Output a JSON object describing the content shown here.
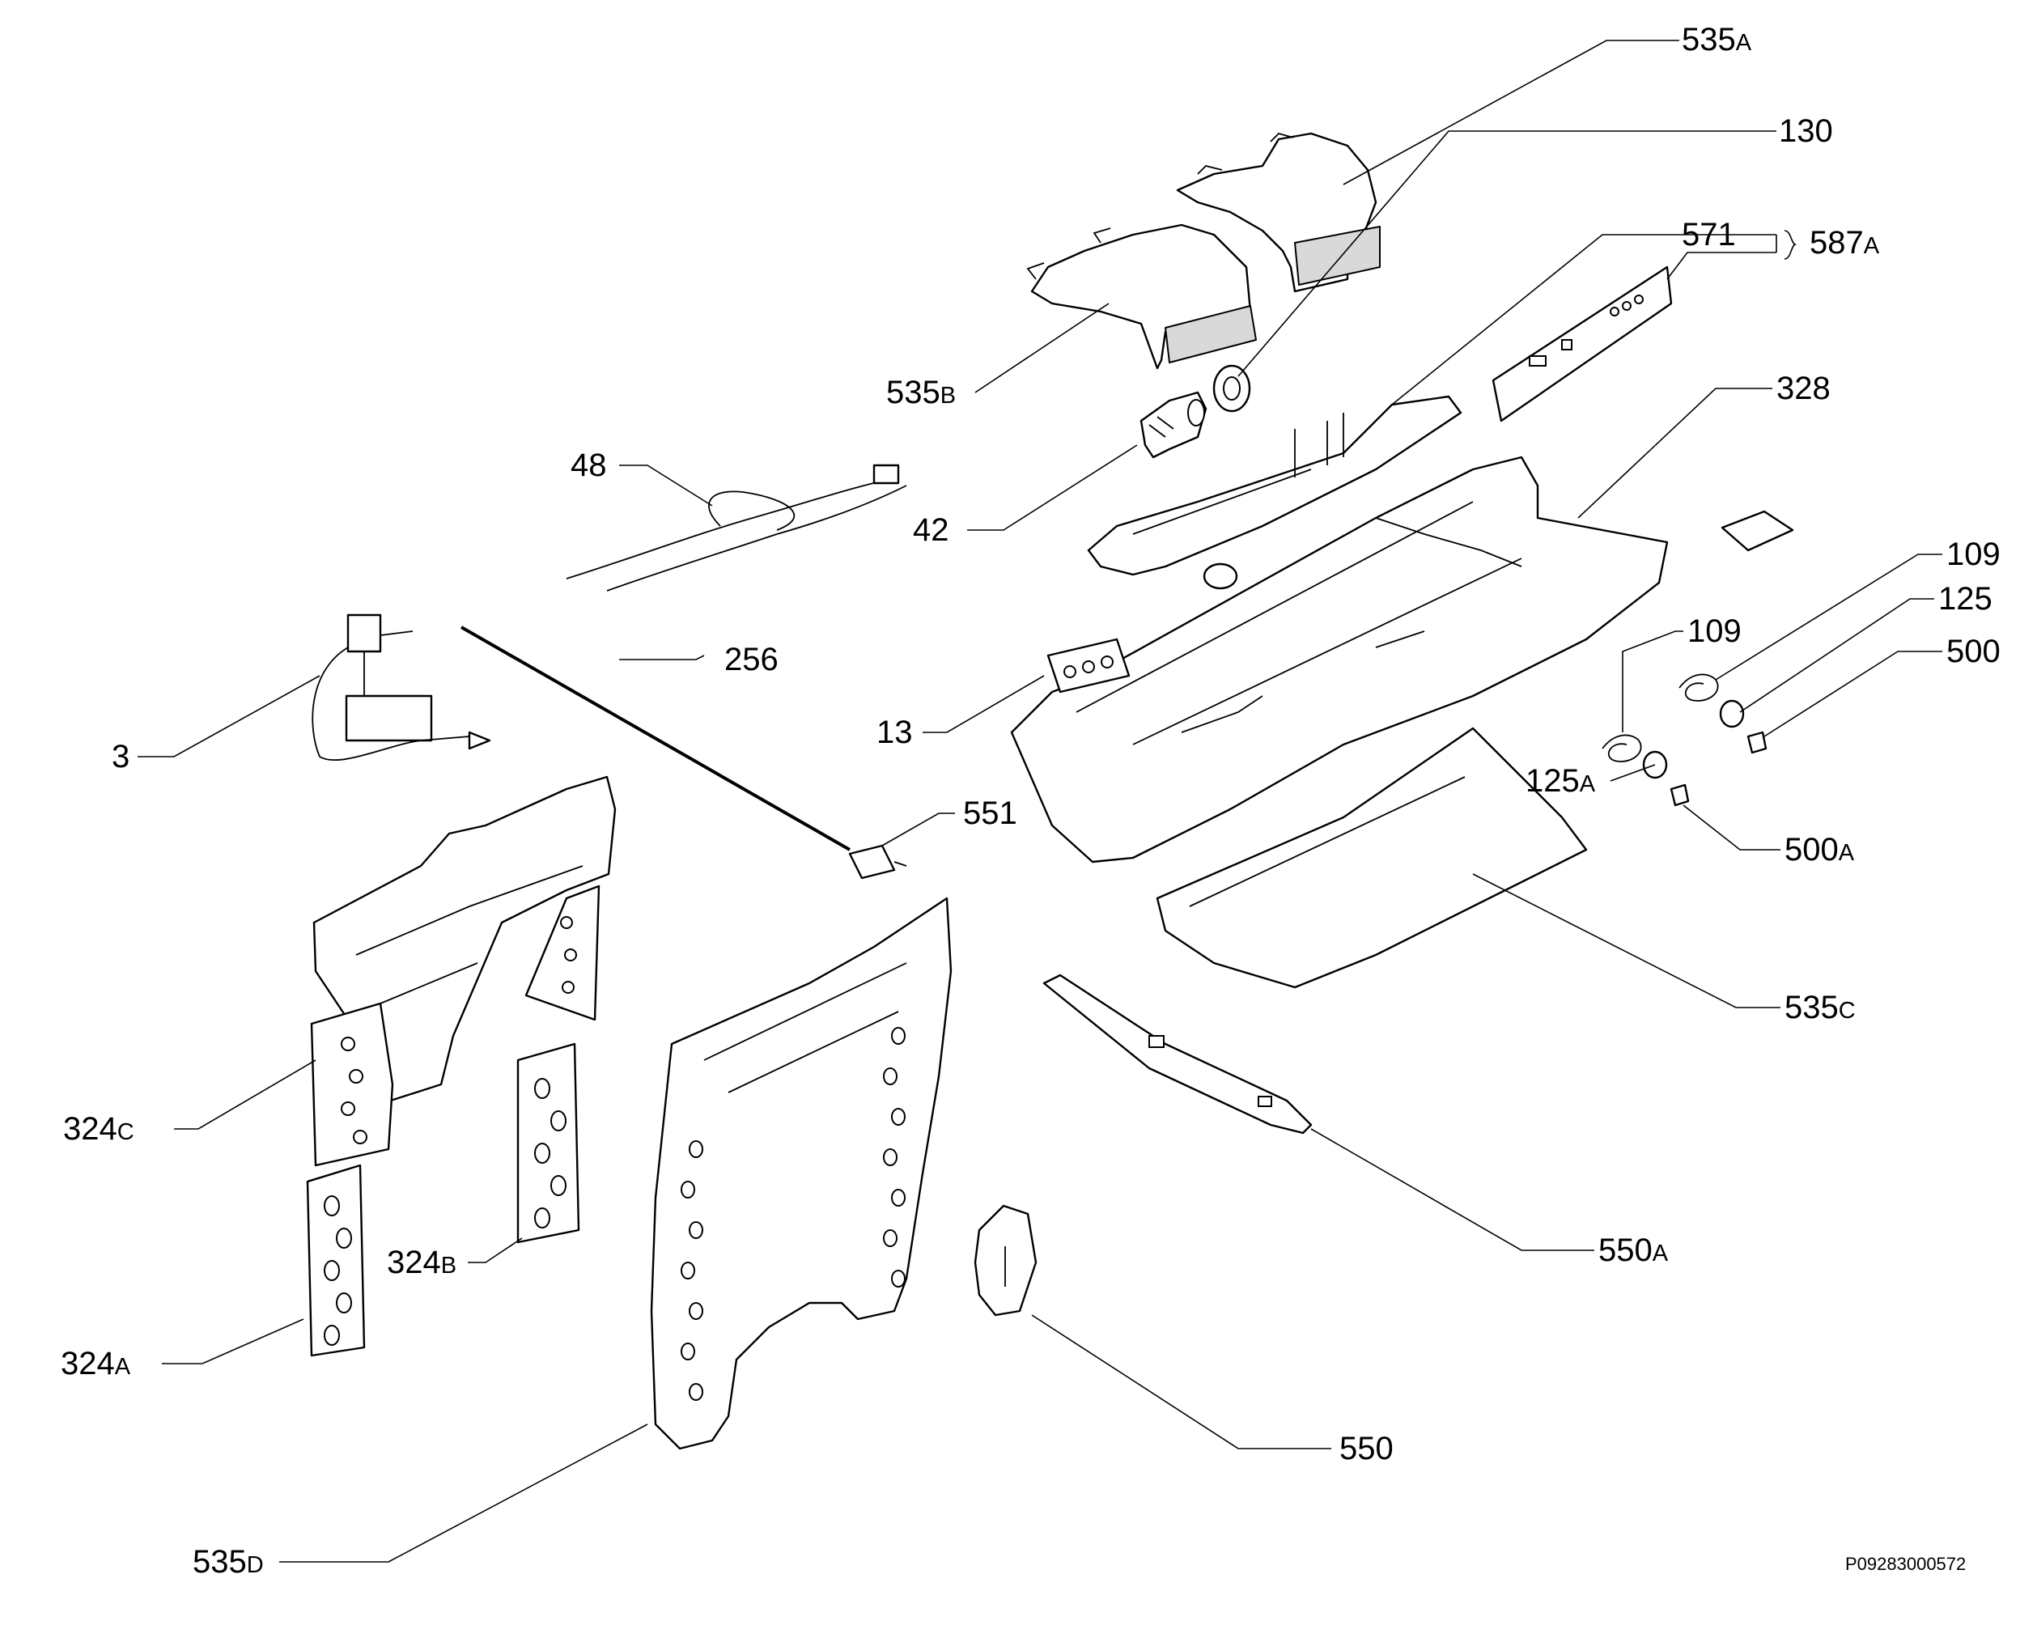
{
  "callouts": [
    {
      "id": "535A",
      "num": "535",
      "sfx": "A"
    },
    {
      "id": "130",
      "num": "130",
      "sfx": ""
    },
    {
      "id": "571",
      "num": "571",
      "sfx": ""
    },
    {
      "id": "587A",
      "num": "587",
      "sfx": "A"
    },
    {
      "id": "535B",
      "num": "535",
      "sfx": "B"
    },
    {
      "id": "328",
      "num": "328",
      "sfx": ""
    },
    {
      "id": "48",
      "num": "48",
      "sfx": ""
    },
    {
      "id": "42",
      "num": "42",
      "sfx": ""
    },
    {
      "id": "109",
      "num": "109",
      "sfx": ""
    },
    {
      "id": "125",
      "num": "125",
      "sfx": ""
    },
    {
      "id": "109-2",
      "num": "109",
      "sfx": ""
    },
    {
      "id": "500",
      "num": "500",
      "sfx": ""
    },
    {
      "id": "256",
      "num": "256",
      "sfx": ""
    },
    {
      "id": "13",
      "num": "13",
      "sfx": ""
    },
    {
      "id": "3",
      "num": "3",
      "sfx": ""
    },
    {
      "id": "125A",
      "num": "125",
      "sfx": "A"
    },
    {
      "id": "551",
      "num": "551",
      "sfx": ""
    },
    {
      "id": "500A",
      "num": "500",
      "sfx": "A"
    },
    {
      "id": "535C",
      "num": "535",
      "sfx": "C"
    },
    {
      "id": "324C",
      "num": "324",
      "sfx": "C"
    },
    {
      "id": "550A",
      "num": "550",
      "sfx": "A"
    },
    {
      "id": "324B",
      "num": "324",
      "sfx": "B"
    },
    {
      "id": "324A",
      "num": "324",
      "sfx": "A"
    },
    {
      "id": "550",
      "num": "550",
      "sfx": ""
    },
    {
      "id": "535D",
      "num": "535",
      "sfx": "D"
    }
  ],
  "document_code": "P09283000572"
}
